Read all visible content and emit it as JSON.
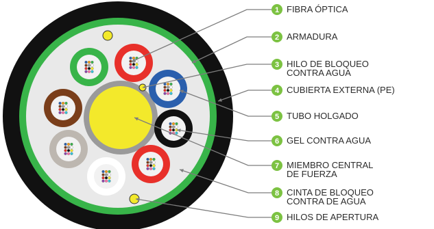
{
  "colors": {
    "sheath": "#111111",
    "tape": "#38b449",
    "core_fill": "#e9e9e9",
    "central": "#f3e92b",
    "central_ring": "#9a9a9a",
    "badge": "#7cc242",
    "leader": "#7d7d7d",
    "ripcord": "#f3e92b"
  },
  "callouts": [
    {
      "number": "1",
      "label": [
        "FIBRA ÓPTICA"
      ]
    },
    {
      "number": "2",
      "label": [
        "ARMADURA"
      ]
    },
    {
      "number": "3",
      "label": [
        "HILO DE BLOQUEO",
        "CONTRA AGUA"
      ]
    },
    {
      "number": "4",
      "label": [
        "CUBIERTA EXTERNA (PE)"
      ]
    },
    {
      "number": "5",
      "label": [
        "TUBO HOLGADO"
      ]
    },
    {
      "number": "6",
      "label": [
        "GEL CONTRA AGUA"
      ]
    },
    {
      "number": "7",
      "label": [
        "MIEMBRO CENTRAL",
        "DE FUERZA"
      ]
    },
    {
      "number": "8",
      "label": [
        "CINTA DE BLOQUEO",
        "CONTRA DE AGUA"
      ]
    },
    {
      "number": "9",
      "label": [
        "HILOS DE APERTURA"
      ]
    }
  ],
  "tubes": [
    {
      "color": "#e8302a",
      "fill": "#f2f2f2"
    },
    {
      "color": "#2a5fad",
      "fill": "#f2f2f2"
    },
    {
      "color": "#111111",
      "fill": "#f2f2f2"
    },
    {
      "color": "#e8302a",
      "fill": "#f2f2f2"
    },
    {
      "color": "#ffffff",
      "fill": "#f2f2f2"
    },
    {
      "color": "#bdb7b0",
      "fill": "#f2f2f2"
    },
    {
      "color": "#7a3e1a",
      "fill": "#f2f2f2"
    },
    {
      "color": "#38b449",
      "fill": "#f2f2f2"
    }
  ],
  "fiber_colors": [
    "#2a5fad",
    "#f39c12",
    "#38b449",
    "#7a3e1a",
    "#9a9a9a",
    "#ffffff",
    "#e8302a",
    "#111111",
    "#f3e92b",
    "#8e44ad",
    "#ff6fa8",
    "#35c4d8"
  ]
}
